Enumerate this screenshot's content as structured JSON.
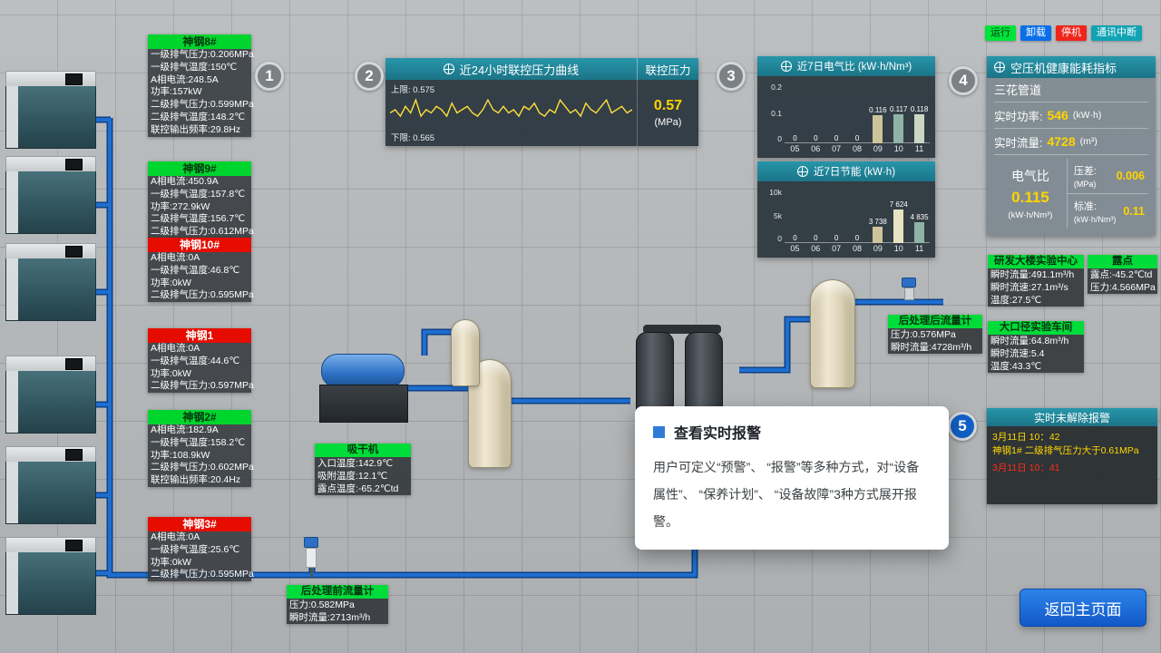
{
  "legend": {
    "items": [
      {
        "label": "运行",
        "color": "#00e43a"
      },
      {
        "label": "卸载",
        "color": "#0a6fe8"
      },
      {
        "label": "停机",
        "color": "#f0241a"
      },
      {
        "label": "通讯中断",
        "color": "#11a3b4"
      }
    ]
  },
  "badges": [
    "1",
    "2",
    "3",
    "4",
    "5"
  ],
  "compressors": [
    {
      "name": "神钢8#",
      "status": "running",
      "lines": [
        "一级排气压力:0.206MPa",
        "一级排气温度:150℃",
        "A相电流:248.5A",
        "功率:157kW",
        "二级排气压力:0.599MPa",
        "二级排气温度:148.2℃",
        "联控输出频率:29.8Hz"
      ]
    },
    {
      "name": "神钢9#",
      "status": "running",
      "lines": [
        "A相电流:450.9A",
        "一级排气温度:157.8℃",
        "功率:272.9kW",
        "二级排气温度:156.7℃",
        "二级排气压力:0.612MPa"
      ]
    },
    {
      "name": "神钢10#",
      "status": "stopped",
      "lines": [
        "A相电流:0A",
        "一级排气温度:46.8℃",
        "功率:0kW",
        "二级排气压力:0.595MPa"
      ]
    },
    {
      "name": "神钢1",
      "status": "stopped",
      "lines": [
        "A相电流:0A",
        "一级排气温度:44.6℃",
        "功率:0kW",
        "二级排气压力:0.597MPa"
      ]
    },
    {
      "name": "神钢2#",
      "status": "running",
      "lines": [
        "A相电流:182.9A",
        "一级排气温度:158.2℃",
        "功率:108.9kW",
        "二级排气压力:0.602MPa",
        "联控输出频率:20.4Hz"
      ]
    },
    {
      "name": "神钢3#",
      "status": "stopped",
      "lines": [
        "A相电流:0A",
        "一级排气温度:25.6℃",
        "功率:0kW",
        "二级排气压力:0.595MPa"
      ]
    }
  ],
  "pressure_panel": {
    "right_title": "联控压力",
    "value": "0.57",
    "unit": "(MPa)",
    "upper": "上限: 0.575",
    "lower": "下限: 0.565"
  },
  "health": {
    "title": "空压机健康能耗指标",
    "pipeline": "三花管道",
    "rows": [
      {
        "label": "实时功率:",
        "value": "546",
        "unit": "(kW·h)"
      },
      {
        "label": "实时流量:",
        "value": "4728",
        "unit": "(m³)"
      }
    ],
    "ratio": {
      "label": "电气比",
      "value": "0.115",
      "unit": "(kW·h/Nm³)"
    },
    "diff": {
      "label": "压差:",
      "value": "0.006",
      "unit": "(MPa)"
    },
    "std": {
      "label": "标准:",
      "value": "0.11",
      "unit": "(kW·h/Nm³)"
    }
  },
  "stations": {
    "xiganji": {
      "title": "吸干机",
      "lines": [
        "入口温度:142.9℃",
        "吸附温度:12.1℃",
        "露点温度:-65.2℃td"
      ]
    },
    "pre_flow": {
      "title": "后处理前流量计",
      "lines": [
        "压力:0.582MPa",
        "瞬时流量:2713m³/h"
      ]
    },
    "post_flow": {
      "title": "后处理后流量计",
      "lines": [
        "压力:0.576MPa",
        "瞬时流量:4728m³/h"
      ]
    },
    "rd_center": {
      "title": "研发大楼实验中心",
      "lines": [
        "瞬时流量:491.1m³/h",
        "瞬时流速:27.1m³/s",
        "温度:27.5℃"
      ]
    },
    "dew": {
      "title": "露点",
      "lines": [
        "露点:-45.2℃td",
        "压力:4.566MPa"
      ]
    },
    "large_pipe": {
      "title": "大口径实验车间",
      "lines": [
        "瞬时流量:64.8m³/h",
        "瞬时流速:5.4",
        "温度:43.3℃"
      ]
    }
  },
  "tooltip": {
    "title": "查看实时报警",
    "body": "用户可定义“预警”、 “报警”等多种方式，对“设备属性”、 “保养计划”、 “设备故障”3种方式展开报警。"
  },
  "alarm": {
    "title": "实时未解除报警",
    "entries": [
      {
        "time": "3月11日 10：42",
        "text": "神钢1# 二级排气压力大于0.61MPa",
        "color": "#ffd800"
      },
      {
        "time": "3月11日 10：41",
        "text": "",
        "color": "#ff2d1a"
      }
    ]
  },
  "return_button": "返回主页面",
  "colors": {
    "accent_teal": "#1d8496",
    "value_yellow": "#ffd400",
    "pipe_blue": "#1e6ed0",
    "run_green": "#00d52e",
    "stop_red": "#e60d00"
  },
  "chart_data": [
    {
      "id": "pressure_curve",
      "type": "line",
      "title": "近24小时联控压力曲线",
      "ylabel": "MPa",
      "ylim": [
        0.564,
        0.576
      ],
      "upper_limit": 0.575,
      "lower_limit": 0.565,
      "current": 0.57,
      "line_color": "#ffe03c",
      "values": [
        0.57,
        0.571,
        0.569,
        0.572,
        0.57,
        0.574,
        0.569,
        0.571,
        0.57,
        0.572,
        0.571,
        0.569,
        0.573,
        0.57,
        0.571,
        0.572,
        0.57,
        0.569,
        0.571,
        0.574,
        0.571,
        0.57,
        0.572,
        0.57,
        0.571,
        0.569,
        0.572,
        0.571,
        0.573,
        0.57,
        0.569,
        0.571,
        0.57,
        0.574,
        0.572,
        0.57,
        0.571,
        0.569,
        0.573,
        0.571,
        0.57,
        0.572,
        0.574,
        0.57,
        0.571,
        0.572,
        0.57,
        0.571
      ]
    },
    {
      "id": "energy_ratio",
      "type": "bar",
      "title": "近7日电气比 (kW·h/Nm³)",
      "categories": [
        "05",
        "06",
        "07",
        "08",
        "09",
        "10",
        "11"
      ],
      "values": [
        0,
        0,
        0,
        0,
        0.116,
        0.117,
        0.118
      ],
      "value_labels": [
        "0",
        "0",
        "0",
        "0",
        "0.116",
        "0.117",
        "0.118"
      ],
      "ylim": [
        0,
        0.2
      ],
      "yticks": [
        "0.2",
        "0.1",
        "0"
      ],
      "bar_colors": [
        "#cdc49b",
        "#8fb3a6",
        "#cdc49b",
        "#8fb3a6",
        "#cdc49b",
        "#8fb3a6",
        "#cdd6c3"
      ]
    },
    {
      "id": "energy_saving",
      "type": "bar",
      "title": "近7日节能 (kW·h)",
      "categories": [
        "05",
        "06",
        "07",
        "08",
        "09",
        "10",
        "11"
      ],
      "values": [
        0,
        0,
        0,
        0,
        3738,
        7624,
        4835
      ],
      "value_labels": [
        "0",
        "0",
        "0",
        "0",
        "3 738",
        "7 624",
        "4 835"
      ],
      "ylim": [
        0,
        10000
      ],
      "yticks": [
        "10k",
        "5k",
        "0"
      ],
      "bar_colors": [
        "#cdc49b",
        "#8fb3a6",
        "#cdc49b",
        "#8fb3a6",
        "#cdc49b",
        "#e8e3c2",
        "#8fb3a6"
      ]
    }
  ]
}
